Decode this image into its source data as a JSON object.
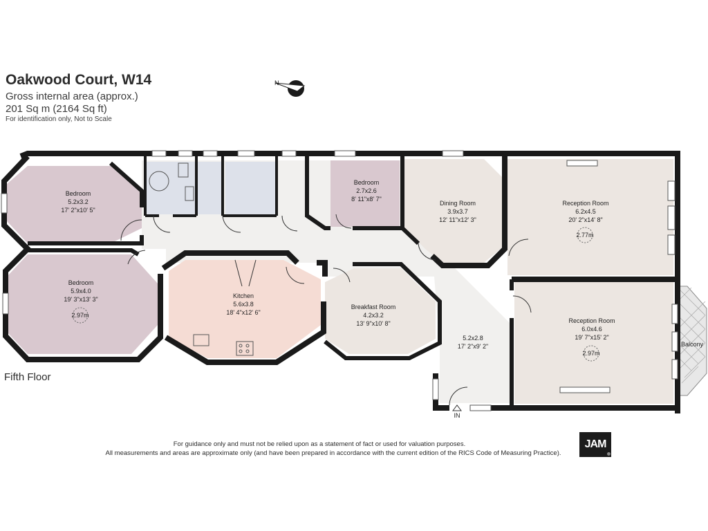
{
  "header": {
    "title": "Oakwood Court, W14",
    "gross_area_label": "Gross internal area (approx.)",
    "area": "201 Sq m (2164 Sq ft)",
    "disclaimer_short": "For identification only, Not to Scale"
  },
  "compass": {
    "label": "N"
  },
  "floor_label": "Fifth Floor",
  "entrance_label": "IN",
  "balcony_label": "Balcony",
  "rooms": {
    "bedroom1": {
      "name": "Bedroom",
      "metric": "5.2x3.2",
      "imperial": "17' 2\"x10' 5\""
    },
    "bedroom2": {
      "name": "Bedroom",
      "metric": "5.9x4.0",
      "imperial": "19' 3\"x13' 3\"",
      "height": "2.97m"
    },
    "bedroom3": {
      "name": "Bedroom",
      "metric": "2.7x2.6",
      "imperial": "8' 11\"x8' 7\""
    },
    "kitchen": {
      "name": "Kitchen",
      "metric": "5.6x3.8",
      "imperial": "18' 4\"x12' 6\""
    },
    "breakfast": {
      "name": "Breakfast Room",
      "metric": "4.2x3.2",
      "imperial": "13' 9\"x10' 8\""
    },
    "dining": {
      "name": "Dining Room",
      "metric": "3.9x3.7",
      "imperial": "12' 11\"x12' 3\""
    },
    "reception1": {
      "name": "Reception Room",
      "metric": "6.2x4.5",
      "imperial": "20' 2\"x14' 8\"",
      "height": "2.77m"
    },
    "reception2": {
      "name": "Reception Room",
      "metric": "6.0x4.6",
      "imperial": "19' 7\"x15' 2\"",
      "height": "2.97m"
    },
    "hall": {
      "metric": "5.2x2.8",
      "imperial": "17' 2\"x9' 2\""
    }
  },
  "footer": {
    "line1": "For guidance only and must not be relied upon as a statement of fact or used for valuation purposes.",
    "line2": "All measurements and areas are approximate only (and have been prepared in accordance with the current edition of the RICS Code of Measuring Practice)."
  },
  "logo": {
    "text": "JAM"
  },
  "colors": {
    "bedroom": "#d9c8cf",
    "kitchen": "#f5dcd4",
    "living": "#ece6e1",
    "hall": "#f1f0ee",
    "bath": "#dde1ea",
    "wall": "#1a1a1a"
  }
}
